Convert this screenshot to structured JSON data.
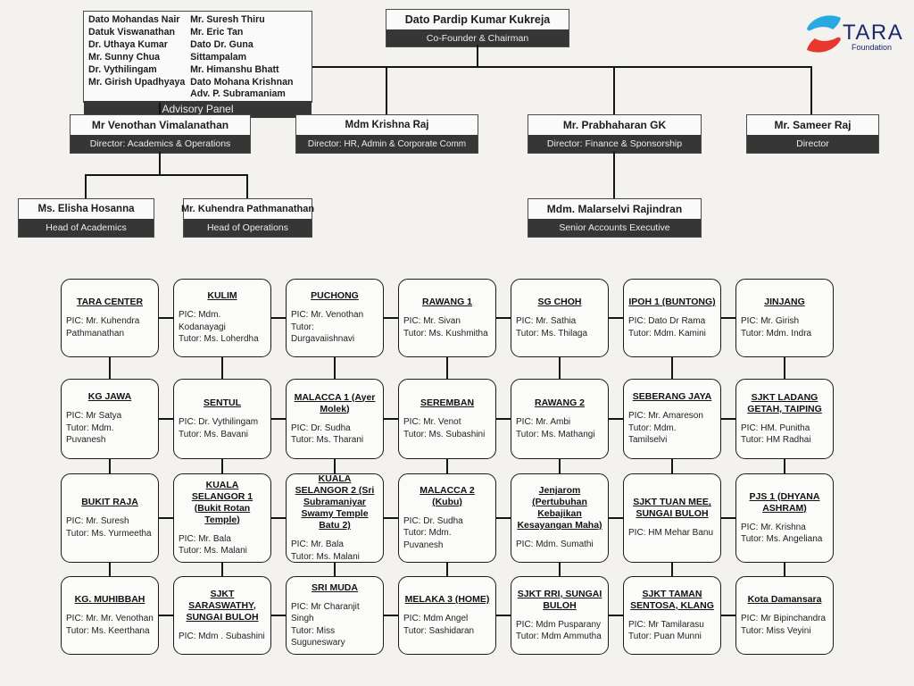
{
  "colors": {
    "background": "#f3f2ef",
    "bar_dark": "#363636",
    "connector": "#141414",
    "brand_navy": "#1b2a6b",
    "brand_blue": "#2aa9e0",
    "brand_red": "#e8372c"
  },
  "logo": {
    "name": "TARA",
    "subtitle": "Foundation"
  },
  "org": {
    "advisory": {
      "label": "Advisory Panel",
      "members_left": [
        "Dato Mohandas Nair",
        "Datuk Viswanathan",
        "Dr. Uthaya Kumar",
        "Mr. Sunny Chua",
        "Dr. Vythilingam",
        "Mr. Girish  Upadhyaya"
      ],
      "members_right": [
        "Mr. Suresh Thiru",
        "Mr. Eric Tan",
        "Dato Dr. Guna Sittampalam",
        "Mr. Himanshu Bhatt",
        "Dato Mohana Krishnan",
        "Adv. P. Subramaniam"
      ]
    },
    "chairman": {
      "name": "Dato Pardip Kumar Kukreja",
      "title": "Co-Founder & Chairman"
    },
    "directors": [
      {
        "name": "Mr Venothan Vimalanathan",
        "title": "Director: Academics & Operations"
      },
      {
        "name": "Mdm Krishna Raj",
        "title": "Director: HR, Admin & Corporate Comm"
      },
      {
        "name": "Mr. Prabhaharan GK",
        "title": "Director: Finance & Sponsorship"
      },
      {
        "name": "Mr. Sameer Raj",
        "title": "Director"
      }
    ],
    "heads": [
      {
        "name": "Ms. Elisha Hosanna",
        "title": "Head of Academics"
      },
      {
        "name": "Mr. Kuhendra Pathmanathan",
        "title": "Head of Operations"
      },
      {
        "name": "Mdm. Malarselvi Rajindran",
        "title": "Senior Accounts Executive"
      }
    ]
  },
  "centers": {
    "rows": [
      [
        {
          "title": "TARA CENTER",
          "lines": [
            "PIC: Mr. Kuhendra Pathmanathan"
          ]
        },
        {
          "title": "KULIM",
          "lines": [
            "PIC: Mdm. Kodanayagi",
            "Tutor: Ms. Loherdha"
          ]
        },
        {
          "title": "PUCHONG",
          "lines": [
            "PIC: Mr. Venothan",
            "Tutor: Durgavaiishnavi"
          ]
        },
        {
          "title": "RAWANG 1",
          "lines": [
            "PIC: Mr. Sivan",
            "Tutor: Ms. Kushmitha"
          ]
        },
        {
          "title": "SG CHOH",
          "lines": [
            "PIC: Mr. Sathia",
            "Tutor: Ms. Thilaga"
          ]
        },
        {
          "title": "IPOH 1 (BUNTONG)",
          "lines": [
            "PIC: Dato Dr Rama",
            "Tutor: Mdm. Kamini"
          ]
        },
        {
          "title": "JINJANG",
          "lines": [
            "PIC: Mr. Girish",
            "Tutor: Mdm. Indra"
          ]
        }
      ],
      [
        {
          "title": "KG JAWA",
          "lines": [
            "PIC: Mr Satya",
            "Tutor: Mdm. Puvanesh"
          ]
        },
        {
          "title": "SENTUL",
          "lines": [
            "PIC: Dr. Vythilingam",
            "Tutor: Ms. Bavani"
          ]
        },
        {
          "title": "MALACCA 1 (Ayer Molek)",
          "lines": [
            "PIC: Dr. Sudha",
            "Tutor: Ms. Tharani"
          ]
        },
        {
          "title": "SEREMBAN",
          "lines": [
            "PIC: Mr. Venot",
            "Tutor: Ms. Subashini"
          ]
        },
        {
          "title": "RAWANG 2",
          "lines": [
            "PIC: Mr. Ambi",
            "Tutor: Ms. Mathangi"
          ]
        },
        {
          "title": "SEBERANG JAYA",
          "lines": [
            "PIC: Mr. Amareson",
            "Tutor: Mdm. Tamilselvi"
          ]
        },
        {
          "title": "SJKT LADANG GETAH, TAIPING",
          "lines": [
            "PIC: HM. Punitha",
            "Tutor: HM Radhai"
          ]
        }
      ],
      [
        {
          "title": "BUKIT RAJA",
          "lines": [
            "PIC: Mr. Suresh",
            "Tutor: Ms. Yurmeetha"
          ]
        },
        {
          "title": "KUALA SELANGOR 1 (Bukit Rotan Temple)",
          "lines": [
            "PIC: Mr. Bala",
            "Tutor: Ms. Malani"
          ]
        },
        {
          "title": "KUALA SELANGOR 2 (Sri Subramaniyar Swamy Temple Batu 2)",
          "lines": [
            "PIC: Mr. Bala",
            "Tutor: Ms. Malani"
          ]
        },
        {
          "title": "MALACCA 2 (Kubu)",
          "lines": [
            "PIC: Dr. Sudha",
            "Tutor: Mdm. Puvanesh"
          ]
        },
        {
          "title": "Jenjarom (Pertubuhan Kebajikan Kesayangan Maha)",
          "lines": [
            "PIC: Mdm. Sumathi"
          ]
        },
        {
          "title": "SJKT TUAN MEE, SUNGAI BULOH",
          "lines": [
            "PIC: HM Mehar Banu"
          ]
        },
        {
          "title": "PJS 1 (DHYANA ASHRAM)",
          "lines": [
            "PIC: Mr. Krishna",
            "Tutor: Ms. Angeliana"
          ]
        }
      ],
      [
        {
          "title": "KG. MUHIBBAH",
          "lines": [
            "PIC: Mr. Mr. Venothan",
            "Tutor: Ms. Keerthana"
          ]
        },
        {
          "title": "SJKT SARASWATHY, SUNGAI BULOH",
          "lines": [
            "PIC: Mdm . Subashini"
          ]
        },
        {
          "title": "SRI MUDA",
          "lines": [
            "PIC: Mr Charanjit Singh",
            "Tutor: Miss Suguneswary"
          ]
        },
        {
          "title": "MELAKA 3 (HOME)",
          "lines": [
            "PIC: Mdm Angel",
            "Tutor: Sashidaran"
          ]
        },
        {
          "title": "SJKT RRI, SUNGAI BULOH",
          "lines": [
            "PIC: Mdm Pusparany",
            "Tutor: Mdm Ammutha"
          ]
        },
        {
          "title": "SJKT TAMAN SENTOSA, KLANG",
          "lines": [
            "PIC: Mr Tamilarasu",
            "Tutor: Puan Munni"
          ]
        },
        {
          "title": "Kota Damansara",
          "lines": [
            "PIC: Mr Bipinchandra",
            "Tutor: Miss Veyini"
          ]
        }
      ]
    ]
  }
}
